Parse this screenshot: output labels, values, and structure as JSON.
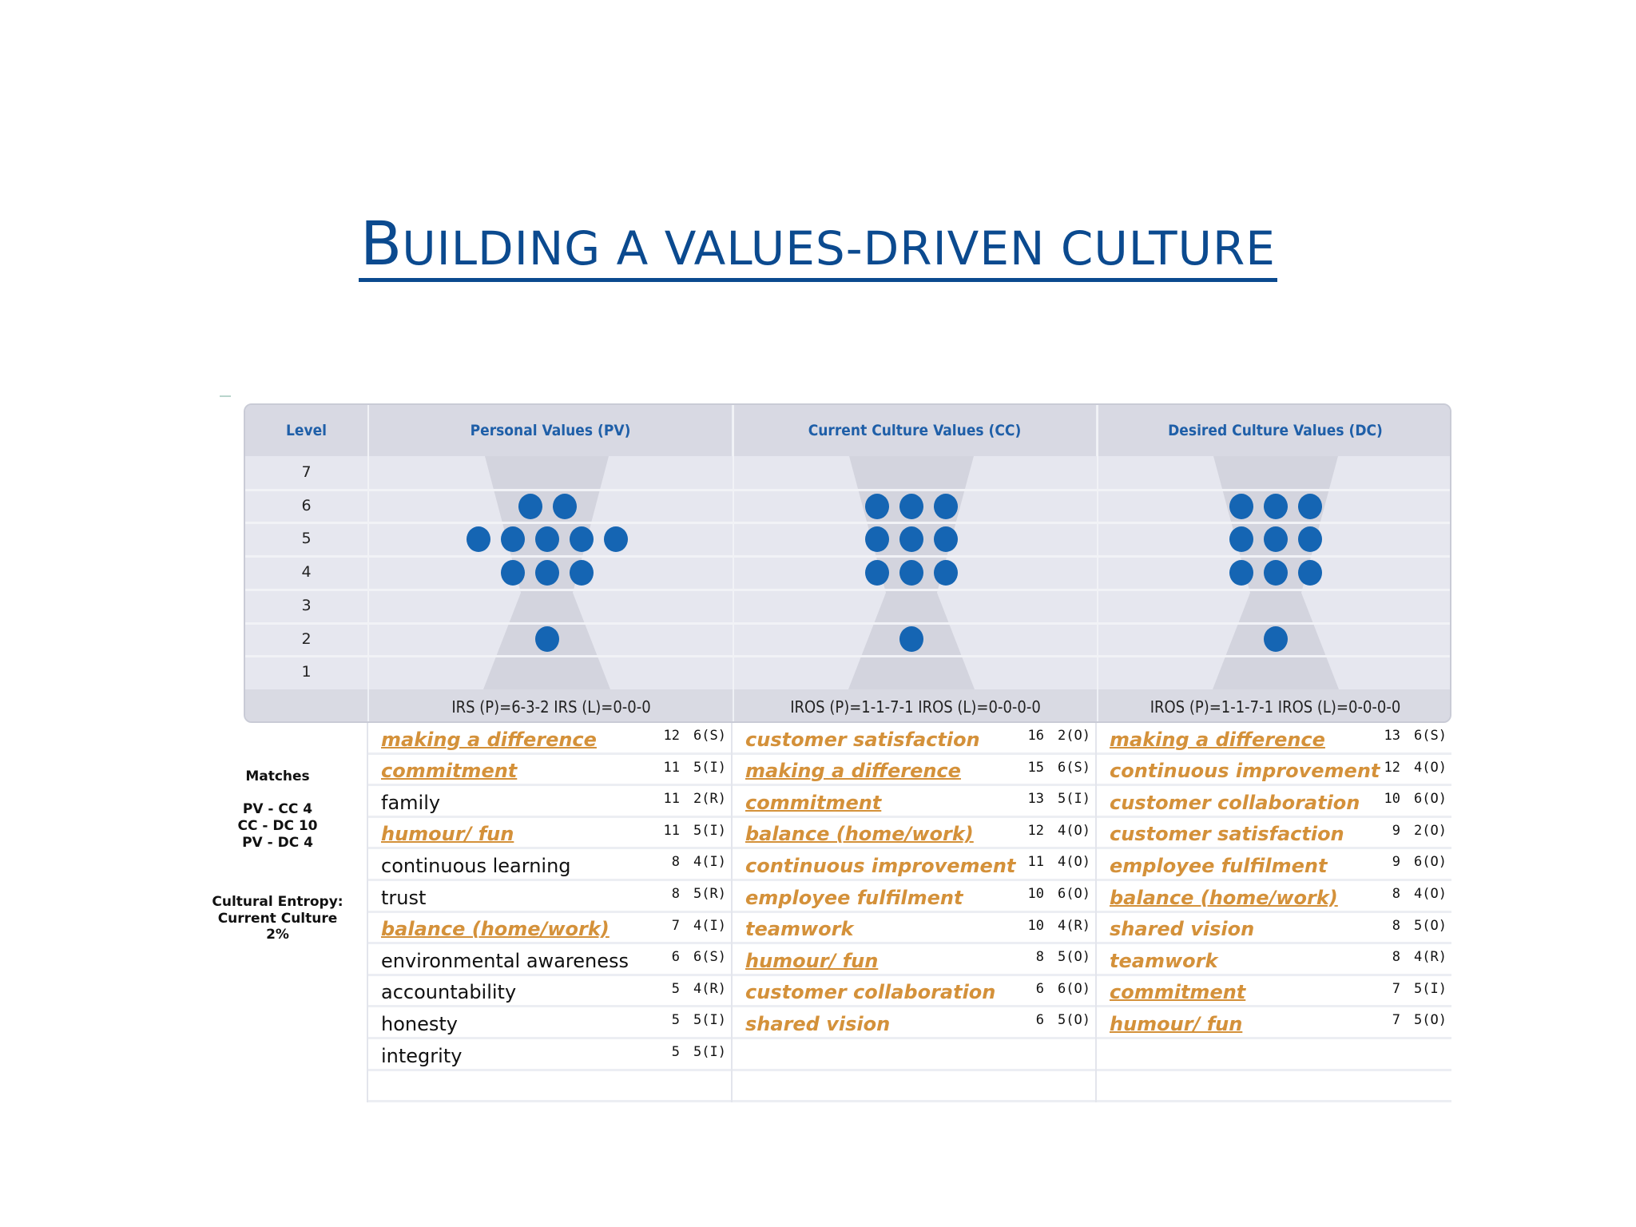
{
  "title": {
    "first_letter": "B",
    "rest": "UILDING A VALUES-DRIVEN CULTURE"
  },
  "table": {
    "headers": {
      "level": "Level",
      "pv": "Personal Values (PV)",
      "cc": "Current Culture Values (CC)",
      "dc": "Desired Culture Values (DC)"
    },
    "levels": [
      "7",
      "6",
      "5",
      "4",
      "3",
      "2",
      "1"
    ],
    "footers": {
      "pv": "IRS (P)=6-3-2   IRS (L)=0-0-0",
      "cc": "IROS (P)=1-1-7-1   IROS (L)=0-0-0-0",
      "dc": "IROS (P)=1-1-7-1   IROS (L)=0-0-0-0"
    },
    "dot_counts": {
      "pv": {
        "7": 0,
        "6": 2,
        "5": 5,
        "4": 3,
        "3": 0,
        "2": 1,
        "1": 0
      },
      "cc": {
        "7": 0,
        "6": 3,
        "5": 3,
        "4": 3,
        "3": 0,
        "2": 1,
        "1": 0
      },
      "dc": {
        "7": 0,
        "6": 3,
        "5": 3,
        "4": 3,
        "3": 0,
        "2": 1,
        "1": 0
      }
    },
    "colors": {
      "dot": "#1565b3",
      "header_text": "#1f5fa8",
      "highlight_value": "#d4913a"
    }
  },
  "lists": {
    "pv": [
      {
        "name": "making a difference",
        "count": "12",
        "level": "6(S)",
        "style": "org u"
      },
      {
        "name": "commitment",
        "count": "11",
        "level": "5(I)",
        "style": "org u"
      },
      {
        "name": "family",
        "count": "11",
        "level": "2(R)",
        "style": "plain"
      },
      {
        "name": "humour/ fun",
        "count": "11",
        "level": "5(I)",
        "style": "org u"
      },
      {
        "name": "continuous learning",
        "count": "8",
        "level": "4(I)",
        "style": "plain"
      },
      {
        "name": "trust",
        "count": "8",
        "level": "5(R)",
        "style": "plain"
      },
      {
        "name": "balance (home/work)",
        "count": "7",
        "level": "4(I)",
        "style": "org u"
      },
      {
        "name": "environmental awareness",
        "count": "6",
        "level": "6(S)",
        "style": "plain"
      },
      {
        "name": "accountability",
        "count": "5",
        "level": "4(R)",
        "style": "plain"
      },
      {
        "name": "honesty",
        "count": "5",
        "level": "5(I)",
        "style": "plain"
      },
      {
        "name": "integrity",
        "count": "5",
        "level": "5(I)",
        "style": "plain"
      }
    ],
    "cc": [
      {
        "name": "customer satisfaction",
        "count": "16",
        "level": "2(O)",
        "style": "org"
      },
      {
        "name": "making a difference",
        "count": "15",
        "level": "6(S)",
        "style": "org u"
      },
      {
        "name": "commitment",
        "count": "13",
        "level": "5(I)",
        "style": "org u"
      },
      {
        "name": "balance (home/work)",
        "count": "12",
        "level": "4(O)",
        "style": "org u"
      },
      {
        "name": "continuous improvement",
        "count": "11",
        "level": "4(O)",
        "style": "org"
      },
      {
        "name": "employee fulfilment",
        "count": "10",
        "level": "6(O)",
        "style": "org"
      },
      {
        "name": "teamwork",
        "count": "10",
        "level": "4(R)",
        "style": "org"
      },
      {
        "name": "humour/ fun",
        "count": "8",
        "level": "5(O)",
        "style": "org u"
      },
      {
        "name": "customer collaboration",
        "count": "6",
        "level": "6(O)",
        "style": "org"
      },
      {
        "name": "shared vision",
        "count": "6",
        "level": "5(O)",
        "style": "org"
      }
    ],
    "dc": [
      {
        "name": "making a difference",
        "count": "13",
        "level": "6(S)",
        "style": "org u"
      },
      {
        "name": "continuous improvement",
        "count": "12",
        "level": "4(O)",
        "style": "org"
      },
      {
        "name": "customer collaboration",
        "count": "10",
        "level": "6(O)",
        "style": "org"
      },
      {
        "name": "customer satisfaction",
        "count": "9",
        "level": "2(O)",
        "style": "org"
      },
      {
        "name": "employee fulfilment",
        "count": "9",
        "level": "6(O)",
        "style": "org"
      },
      {
        "name": "balance (home/work)",
        "count": "8",
        "level": "4(O)",
        "style": "org u"
      },
      {
        "name": "shared vision",
        "count": "8",
        "level": "5(O)",
        "style": "org"
      },
      {
        "name": "teamwork",
        "count": "8",
        "level": "4(R)",
        "style": "org"
      },
      {
        "name": "commitment",
        "count": "7",
        "level": "5(I)",
        "style": "org u"
      },
      {
        "name": "humour/ fun",
        "count": "7",
        "level": "5(O)",
        "style": "org u"
      }
    ]
  },
  "sidebar": {
    "matches_label": "Matches",
    "matches": [
      "PV - CC 4",
      "CC - DC 10",
      "PV - DC 4"
    ],
    "entropy_label": "Cultural Entropy:",
    "entropy_sub": "Current Culture",
    "entropy_value": "2%"
  }
}
